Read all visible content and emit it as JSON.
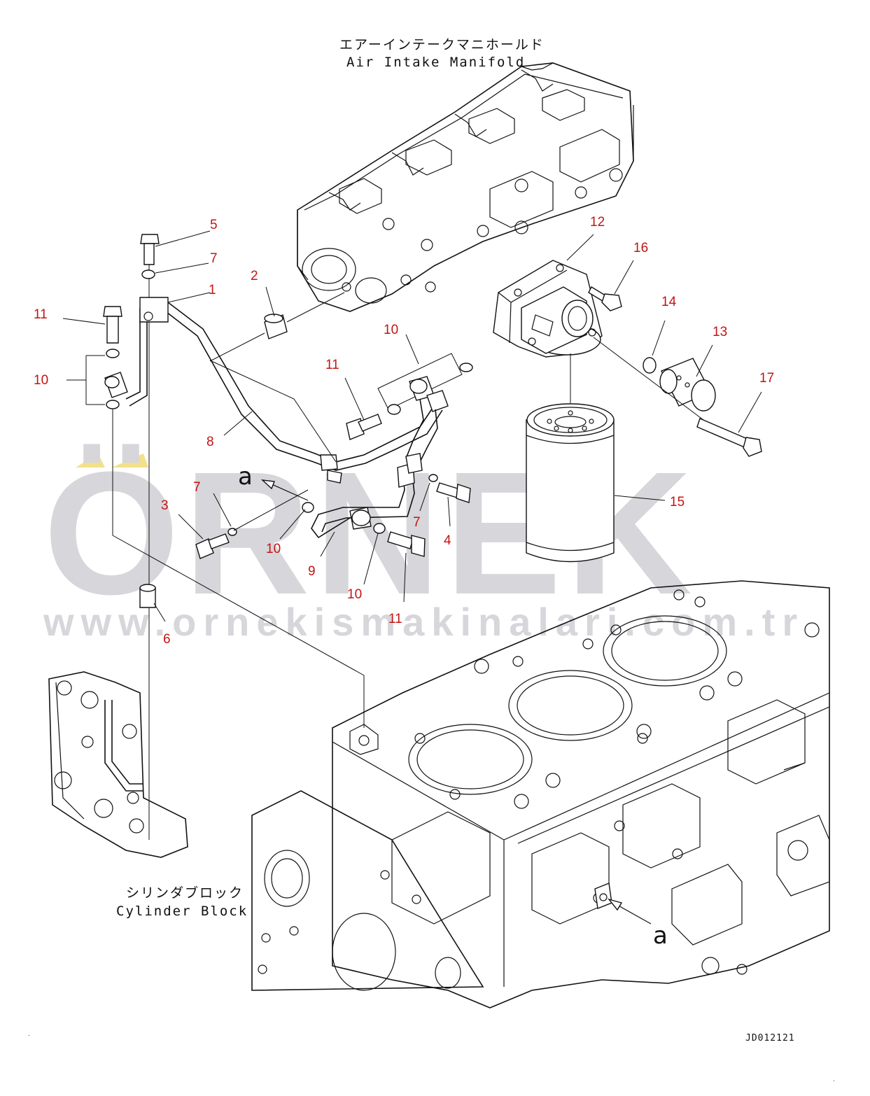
{
  "labels": {
    "manifold_jp": "エアーインテークマニホールド",
    "manifold_en": "Air Intake Manifold",
    "block_jp": "シリンダブロック",
    "block_en": "Cylinder Block",
    "view_a_top": "a",
    "view_a_bottom": "a",
    "drawing_code": "JD012121"
  },
  "watermark": {
    "brand": "ÖRNEK",
    "url": "www.ornekismakinalari.com.tr",
    "color": "#d6d6db",
    "accent": "#f3e08a"
  },
  "callout_color": "#c41414",
  "callouts": [
    {
      "id": "c1",
      "text": "1"
    },
    {
      "id": "c2",
      "text": "2"
    },
    {
      "id": "c3",
      "text": "3"
    },
    {
      "id": "c4",
      "text": "4"
    },
    {
      "id": "c5",
      "text": "5"
    },
    {
      "id": "c6",
      "text": "6"
    },
    {
      "id": "c7a",
      "text": "7"
    },
    {
      "id": "c7b",
      "text": "7"
    },
    {
      "id": "c7c",
      "text": "7"
    },
    {
      "id": "c8",
      "text": "8"
    },
    {
      "id": "c9",
      "text": "9"
    },
    {
      "id": "c10a",
      "text": "10"
    },
    {
      "id": "c10b",
      "text": "10"
    },
    {
      "id": "c10c",
      "text": "10"
    },
    {
      "id": "c10d",
      "text": "10"
    },
    {
      "id": "c11a",
      "text": "11"
    },
    {
      "id": "c11b",
      "text": "11"
    },
    {
      "id": "c11c",
      "text": "11"
    },
    {
      "id": "c12",
      "text": "12"
    },
    {
      "id": "c13",
      "text": "13"
    },
    {
      "id": "c14",
      "text": "14"
    },
    {
      "id": "c15",
      "text": "15"
    },
    {
      "id": "c16",
      "text": "16"
    },
    {
      "id": "c17",
      "text": "17"
    }
  ]
}
